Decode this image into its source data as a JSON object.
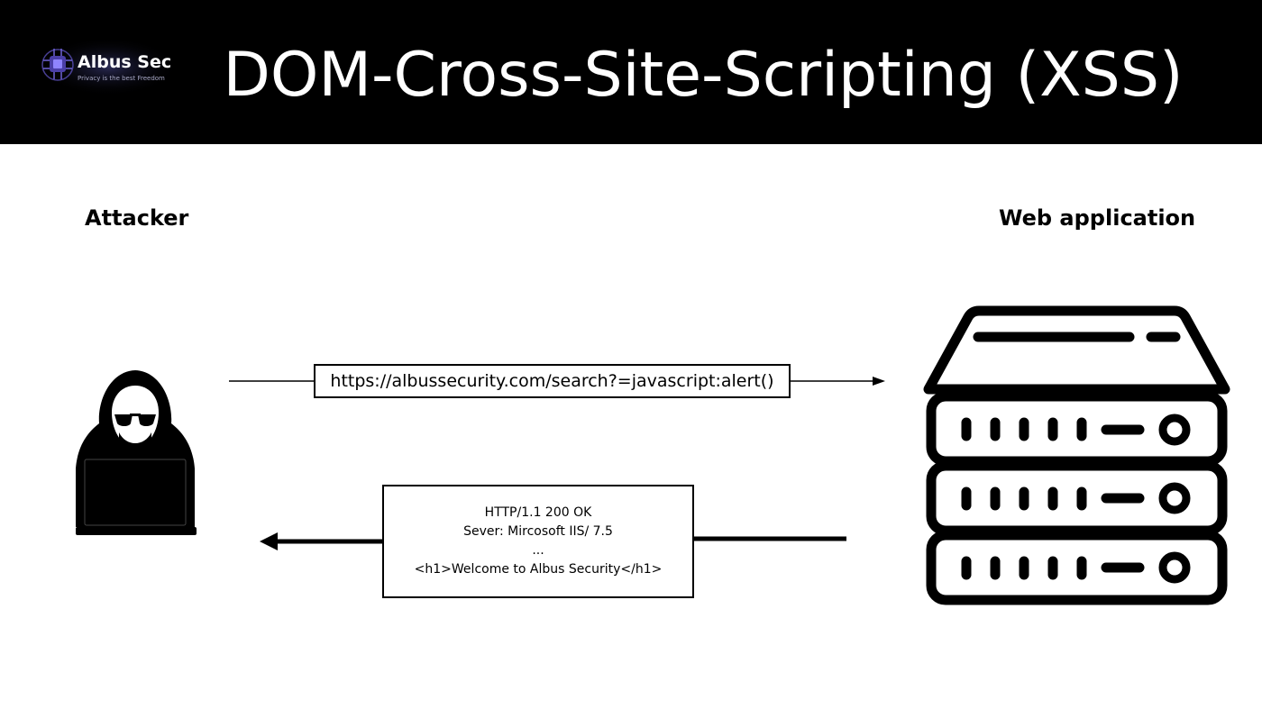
{
  "header": {
    "title": "DOM-Cross-Site-Scripting (XSS)",
    "logo_name": "Albus Sec",
    "logo_tagline": "Privacy is the best Freedom"
  },
  "attacker": {
    "label": "Attacker",
    "icon": "hooded-hacker-laptop-icon"
  },
  "server": {
    "label": "Web application",
    "icon": "server-rack-icon"
  },
  "request": {
    "url": "https://albussecurity.com/search?=javascript:alert()",
    "direction": "attacker-to-web-application"
  },
  "response": {
    "lines": [
      "HTTP/1.1 200 OK",
      "Sever: Mircosoft IIS/ 7.5",
      "...",
      "<h1>Welcome to Albus Security</h1>"
    ],
    "direction": "web-application-to-attacker"
  },
  "colors": {
    "header_bg": "#000000",
    "header_text": "#ffffff",
    "foreground": "#000000",
    "background": "#ffffff"
  }
}
